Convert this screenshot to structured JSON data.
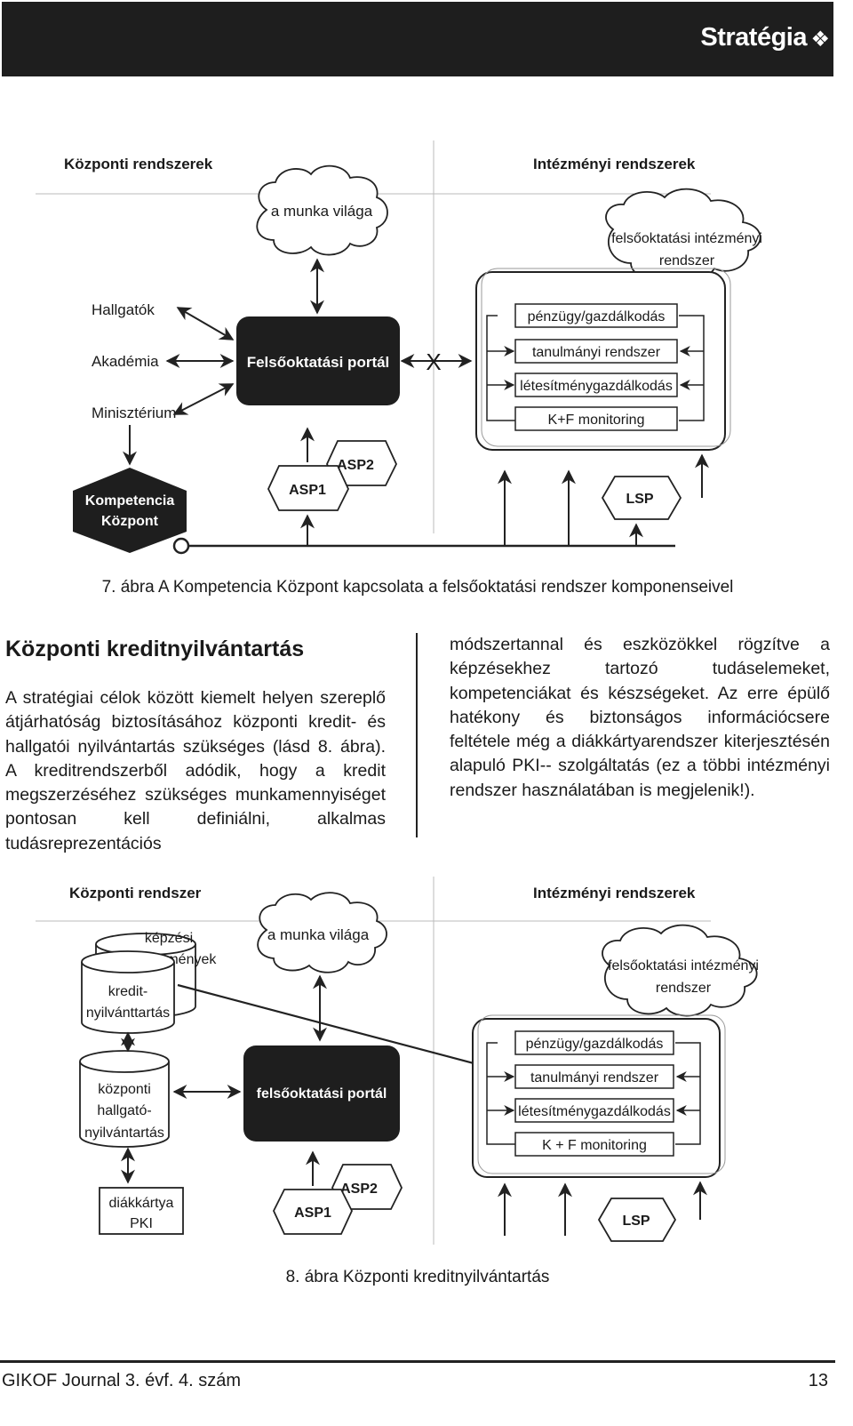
{
  "header": {
    "title": "Stratégia",
    "glyph": "❖"
  },
  "fig7": {
    "central_title": "Központi rendszerek",
    "inst_title": "Intézményi rendszerek",
    "cloud_work": "a munka világa",
    "cloud_inst": [
      "felsőoktatási intézményi",
      "rendszer"
    ],
    "left_labels": [
      "Hallgatók",
      "Akadémia",
      "Minisztérium"
    ],
    "portal": "Felsőoktatási portál",
    "cross": "X",
    "systems": [
      "pénzügy/gazdálkodás",
      "tanulmányi rendszer",
      "létesítménygazdálkodás",
      "K+F monitoring"
    ],
    "competence": [
      "Kompetencia",
      "Központ"
    ],
    "asp1": "ASP1",
    "asp2": "ASP2",
    "lsp": "LSP",
    "caption": "7. ábra  A Kompetencia Központ kapcsolata a felsőoktatási rendszer komponenseivel"
  },
  "article": {
    "title": "Központi kreditnyilvántartás",
    "col1": "A stratégiai célok között kiemelt helyen szereplő átjárhatóság biztosításához központi kredit- és hallgatói nyilvántartás szükséges (lásd 8. ábra). A kreditrendszerből adódik, hogy a kredit megszerzéséhez szükséges munkamennyiséget pontosan kell definiálni, alkalmas tudásreprezentációs",
    "col2": "módszertannal és eszközökkel rögzítve a képzésekhez tartozó tudáselemeket, kompetenciákat és készségeket. Az erre épülő hatékony és biztonságos információcsere feltétele még a diákkártyarendszer kiterjesztésén alapuló PKI-- szolgáltatás (ez a többi intézményi rendszer használatában is megjelenik!)."
  },
  "fig8": {
    "central_title": "Központi rendszer",
    "inst_title": "Intézményi rendszerek",
    "db_training": [
      "képzési",
      "követelmények"
    ],
    "db_credit": [
      "kredit-",
      "nyilvánttartás"
    ],
    "db_student": [
      "központi",
      "hallgató-",
      "nyilvántartás"
    ],
    "pki": [
      "diákkártya",
      "PKI"
    ],
    "cloud_work": "a munka világa",
    "cloud_inst": [
      "felsőoktatási intézményi",
      "rendszer"
    ],
    "portal": "felsőoktatási portál",
    "systems": [
      "pénzügy/gazdálkodás",
      "tanulmányi rendszer",
      "létesítménygazdálkodás",
      "K + F monitoring"
    ],
    "asp1": "ASP1",
    "asp2": "ASP2",
    "lsp": "LSP",
    "caption": "8. ábra Központi kreditnyilvántartás"
  },
  "footer": {
    "journal": "GIKOF Journal 3. évf. 4. szám",
    "page": "13"
  }
}
